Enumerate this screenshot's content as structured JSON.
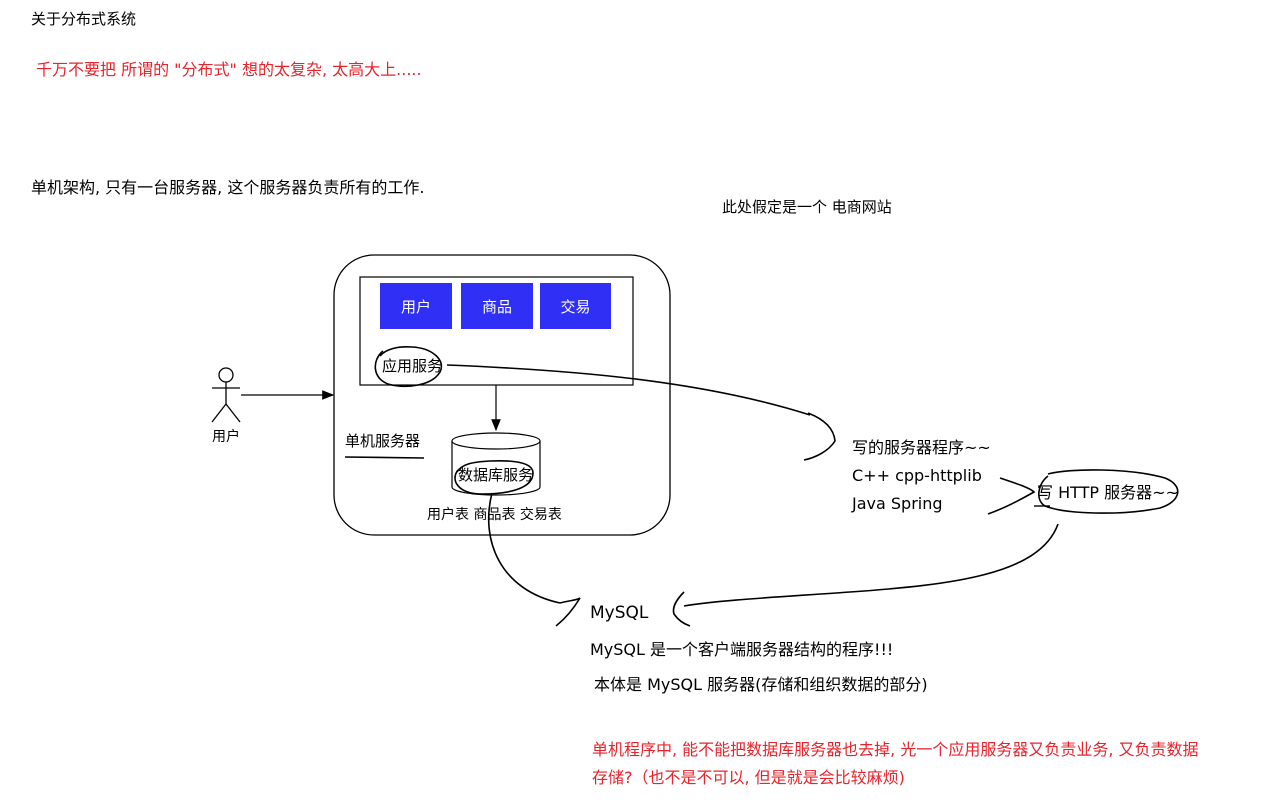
{
  "title": "关于分布式系统",
  "warning": "千万不要把 所谓的 \"分布式\" 想的太复杂, 太高大上.....",
  "intro": "单机架构, 只有一台服务器, 这个服务器负责所有的工作.",
  "assumption": "此处假定是一个 电商网站",
  "modules": [
    "用户",
    "商品",
    "交易"
  ],
  "app_service_label": "应用服务",
  "server_label": "单机服务器",
  "db_label": "数据库服务",
  "tables_label": "用户表 商品表 交易表",
  "user_label": "用户",
  "notes": {
    "program_line1": "写的服务器程序~~",
    "program_line2": "C++ cpp-httplib",
    "program_line3": "Java  Spring",
    "http_server": "写 HTTP 服务器~~",
    "mysql": "MySQL",
    "mysql_desc1": "MySQL 是一个客户端服务器结构的程序!!!",
    "mysql_desc2": "本体是 MySQL 服务器(存储和组织数据的部分)",
    "question_line1": "单机程序中, 能不能把数据库服务器也去掉, 光一个应用服务器又负责业务, 又负责数据",
    "question_line2": "存储?（也不是不可以, 但是就是会比较麻烦)"
  },
  "colors": {
    "accent_red": "#e8232b",
    "module_blue": "#2f2ff5"
  }
}
